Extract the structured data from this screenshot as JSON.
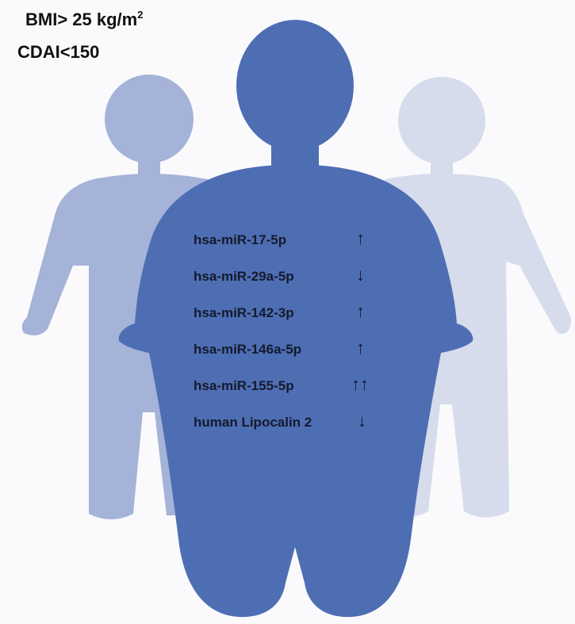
{
  "criteria": {
    "bmi_prefix": "BMI> 25 kg/m",
    "bmi_superscript": "2",
    "cdai": "CDAI<150"
  },
  "markers": [
    {
      "name": "hsa-miR-17-5p",
      "arrow": "↑"
    },
    {
      "name": "hsa-miR-29a-5p",
      "arrow": "↓"
    },
    {
      "name": "hsa-miR-142-3p",
      "arrow": "↑"
    },
    {
      "name": "hsa-miR-146a-5p",
      "arrow": "↑"
    },
    {
      "name": "hsa-miR-155-5p",
      "arrow": "↑↑"
    },
    {
      "name": "human Lipocalin 2",
      "arrow": "↓"
    }
  ],
  "colors": {
    "front_figure": "#4e6eb4",
    "left_figure": "#a5b3d8",
    "right_figure": "#d6dcec",
    "text": "#141a2c"
  }
}
